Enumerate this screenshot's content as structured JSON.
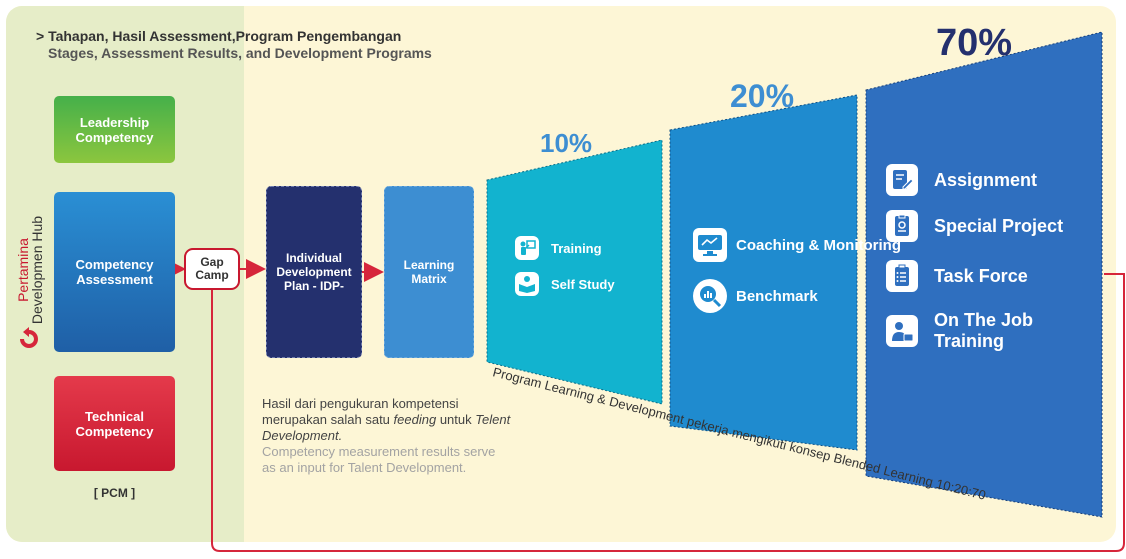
{
  "title": {
    "line1": "> Tahapan, Hasil Assessment,Program Pengembangan",
    "line2": "Stages, Assessment Results, and Development Programs"
  },
  "pcm_boxes": {
    "leadership": "Leadership Competency",
    "assessment": "Competency Assessment",
    "technical": "Technical Competency",
    "pcm_label": "[ PCM ]"
  },
  "hub": {
    "name_line1": "Pertamina",
    "name_line2": "Developmen Hub"
  },
  "flow": {
    "gap": "Gap Camp",
    "idp": "Individual Development Plan - IDP-",
    "learning_matrix": "Learning Matrix"
  },
  "description": {
    "id_text": "Hasil dari pengukuran kompetensi merupakan salah satu",
    "id_italic1": "feeding",
    "id_text2": "untuk",
    "id_italic2": "Telent Development.",
    "en_text": "Competency measurement results serve as an input for Talent Development."
  },
  "blended": {
    "caption": "Program Learning & Development pekerja mengikuti konsep Blended Learning 10:20:70",
    "stages": [
      {
        "percent": "10%",
        "color": "#12b3cf",
        "items": [
          {
            "label": "Training",
            "icon": "trainer-icon"
          },
          {
            "label": "Self Study",
            "icon": "book-reader-icon"
          }
        ]
      },
      {
        "percent": "20%",
        "color": "#1f8bcf",
        "items": [
          {
            "label": "Coaching & Monitoring",
            "icon": "monitor-icon"
          },
          {
            "label": "Benchmark",
            "icon": "magnifier-chart-icon"
          }
        ]
      },
      {
        "percent": "70%",
        "color": "#2f6fbf",
        "items": [
          {
            "label": "Assignment",
            "icon": "document-pen-icon"
          },
          {
            "label": "Special Project",
            "icon": "clipboard-gear-icon"
          },
          {
            "label": "Task Force",
            "icon": "checklist-icon"
          },
          {
            "label": "On The Job Training",
            "icon": "person-briefcase-icon"
          }
        ]
      }
    ]
  },
  "colors": {
    "accent_red": "#c8182f",
    "dark_navy": "#24306e",
    "percent_10": "#3d8ed2",
    "percent_20": "#3d8ed2",
    "percent_70": "#24306e"
  }
}
